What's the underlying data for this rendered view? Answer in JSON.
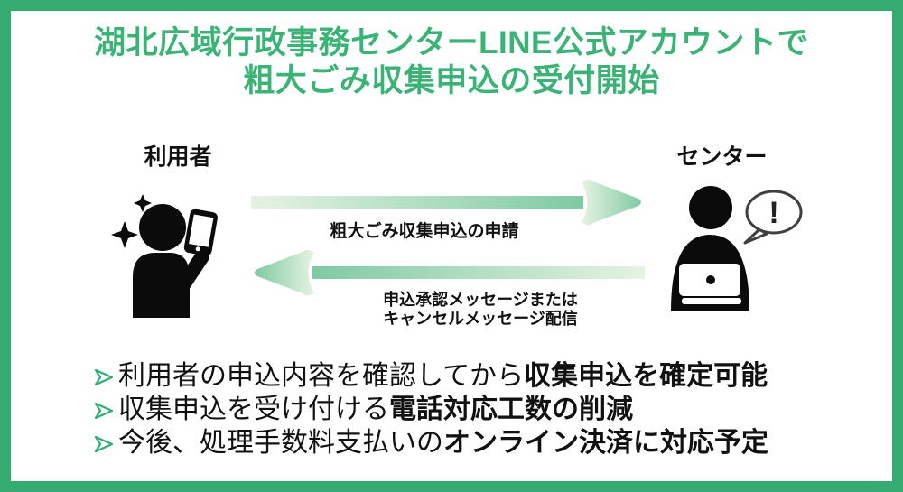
{
  "title": {
    "line1": "湖北広域行政事務センターLINE公式アカウントで",
    "line2": "粗大ごみ収集申込の受付開始"
  },
  "actors": {
    "user": {
      "label": "利用者"
    },
    "center": {
      "label": "センター",
      "bubble_text": "!"
    }
  },
  "flows": {
    "request": {
      "label": "粗大ごみ収集申込の申請"
    },
    "response": {
      "label_line1": "申込承認メッセージまたは",
      "label_line2": "キャンセルメッセージ配信"
    }
  },
  "bullets": [
    {
      "normal": "利用者の申込内容を確認してから",
      "bold": "収集申込を確定可能"
    },
    {
      "normal": "収集申込を受け付ける",
      "bold": "電話対応工数の削減"
    },
    {
      "normal": "今後、処理手数料支払いの",
      "bold": "オンライン決済に対応予定"
    }
  ],
  "colors": {
    "frame": "#35aa71",
    "title": "#3cb376",
    "arrow-light": "#e6f3e3",
    "arrow-dark": "#7fcaa2",
    "bullet-marker": "#2fae74",
    "text": "#111111",
    "bubble-stroke": "#3f3f3f"
  }
}
